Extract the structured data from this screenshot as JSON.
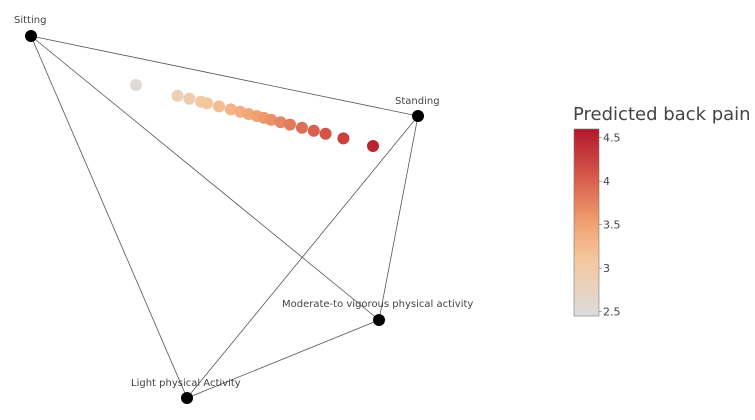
{
  "chart_data": {
    "type": "scatter",
    "subtype": "tetrahedron-compositional-projection",
    "vertices": [
      {
        "label": "Sitting"
      },
      {
        "label": "Standing"
      },
      {
        "label": "Moderate-to vigorous physical activity"
      },
      {
        "label": "Light physical Activity"
      }
    ],
    "edges": [
      [
        0,
        1
      ],
      [
        0,
        2
      ],
      [
        0,
        3
      ],
      [
        1,
        2
      ],
      [
        1,
        3
      ],
      [
        2,
        3
      ]
    ],
    "vertex_color": "#000000",
    "colorbar": {
      "title": "Predicted back pain",
      "range": [
        2.45,
        4.6
      ],
      "ticks": [
        2.5,
        3,
        3.5,
        4,
        4.5
      ],
      "tick_labels": [
        "2.5",
        "3",
        "3.5",
        "4",
        "4.5"
      ],
      "colorscale": [
        [
          0.0,
          "#dcdcdc"
        ],
        [
          0.3,
          "#f5c79e"
        ],
        [
          0.5,
          "#f0a070"
        ],
        [
          0.75,
          "#d5584a"
        ],
        [
          1.0,
          "#b2182b"
        ]
      ]
    },
    "points": [
      {
        "value": 2.5
      },
      {
        "value": 2.85
      },
      {
        "value": 2.95
      },
      {
        "value": 3.05
      },
      {
        "value": 3.1
      },
      {
        "value": 3.2
      },
      {
        "value": 3.3
      },
      {
        "value": 3.38
      },
      {
        "value": 3.45
      },
      {
        "value": 3.52
      },
      {
        "value": 3.58
      },
      {
        "value": 3.64
      },
      {
        "value": 3.72
      },
      {
        "value": 3.8
      },
      {
        "value": 3.9
      },
      {
        "value": 4.0
      },
      {
        "value": 4.1
      },
      {
        "value": 4.25
      },
      {
        "value": 4.5
      }
    ]
  }
}
